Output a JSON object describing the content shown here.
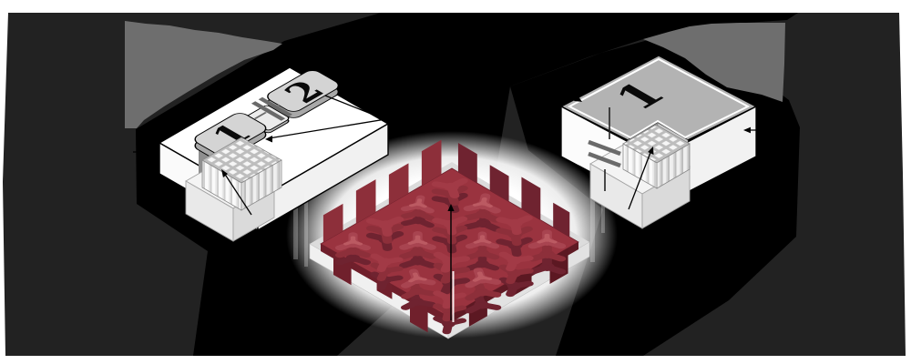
{
  "devices": {
    "left": {
      "electrode_tile_1": "1",
      "electrode_tile_2": "2"
    },
    "right": {
      "electrode_label": "1"
    }
  },
  "colors": {
    "page": "#ffffff",
    "canvas": "#222222",
    "shadow": "#000000",
    "beam": "#6e6e6e",
    "device_body": "#ffffff",
    "device_top": "#b3b3b3",
    "tile": "#d4d4d4",
    "tile_side": "#a8a8a8",
    "capacitor": "#6a6a6a",
    "lattice_top": "#a23a46",
    "lattice_top_alt": "#a84450",
    "lattice_highlight": "#bb5a62",
    "lattice_mid": "#8d2f3a",
    "lattice_side": "#6f2330",
    "lattice_plate": "#9a333f",
    "lattice_plate_side": "#6f1f2b",
    "lattice_tab": "#70202c",
    "lattice_tab_dark": "#5c1822",
    "base": "#dcdcdc"
  }
}
